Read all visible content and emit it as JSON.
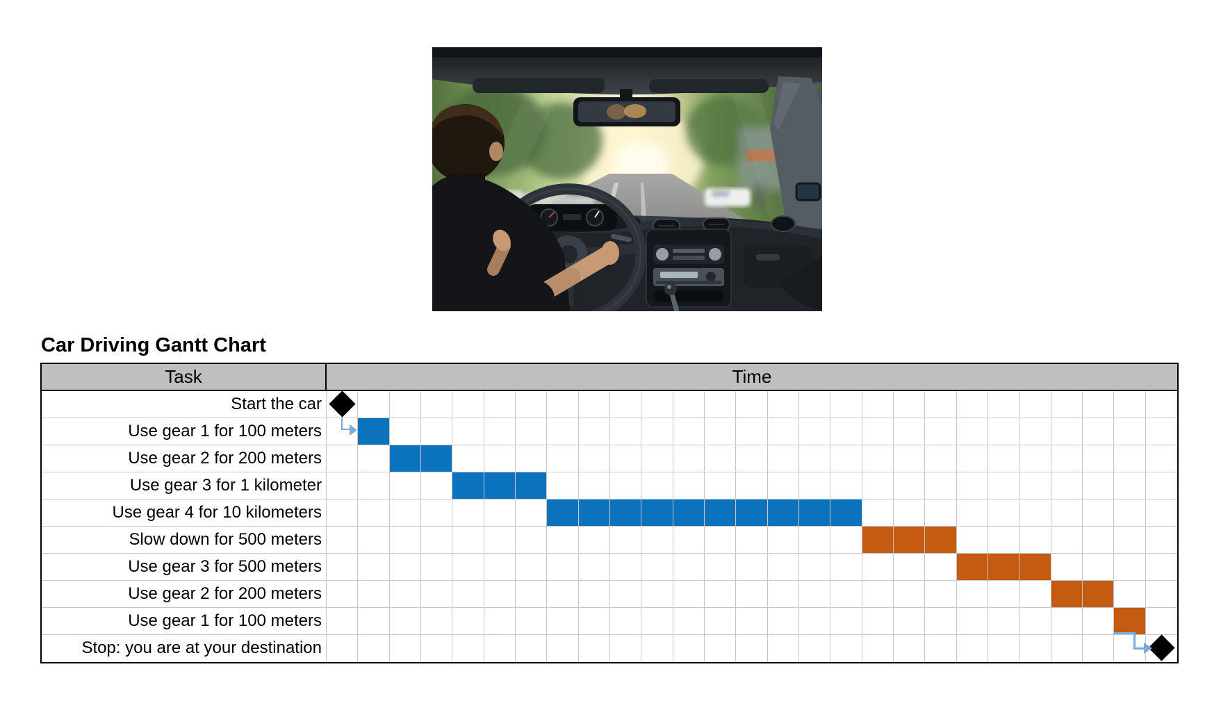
{
  "title": "Car Driving Gantt Chart",
  "photo": {
    "description": "Driver's point-of-view photo inside a car: driver's head and arms on steering wheel, dashboard, rear-view mirror, sunlit tree-lined road through the windshield"
  },
  "table": {
    "headers": {
      "task": "Task",
      "time": "Time"
    },
    "time_columns": 27,
    "rows": [
      {
        "label": "Start the car",
        "type": "milestone",
        "col": 1
      },
      {
        "label": "Use gear 1 for 100 meters",
        "type": "bar",
        "start": 2,
        "span": 1,
        "color": "blue"
      },
      {
        "label": "Use gear 2 for 200 meters",
        "type": "bar",
        "start": 3,
        "span": 2,
        "color": "blue"
      },
      {
        "label": "Use gear 3 for 1 kilometer",
        "type": "bar",
        "start": 5,
        "span": 3,
        "color": "blue"
      },
      {
        "label": "Use gear 4 for 10 kilometers",
        "type": "bar",
        "start": 8,
        "span": 10,
        "color": "blue"
      },
      {
        "label": "Slow down for 500 meters",
        "type": "bar",
        "start": 18,
        "span": 3,
        "color": "orange"
      },
      {
        "label": "Use gear 3 for 500 meters",
        "type": "bar",
        "start": 21,
        "span": 3,
        "color": "orange"
      },
      {
        "label": "Use gear 2 for 200 meters",
        "type": "bar",
        "start": 24,
        "span": 2,
        "color": "orange"
      },
      {
        "label": "Use gear 1 for 100 meters",
        "type": "bar",
        "start": 26,
        "span": 1,
        "color": "orange"
      },
      {
        "label": "Stop: you are at your destination",
        "type": "milestone",
        "col": 27
      }
    ]
  },
  "colors": {
    "bar_blue": "#0B72BD",
    "bar_orange": "#C55A11",
    "header_gray": "#BFBFBF",
    "gridline": "#C6C6C6",
    "connector_blue": "#79ACDE",
    "milestone_black": "#000000"
  },
  "chart_data": {
    "type": "bar",
    "subtype": "gantt",
    "title": "Car Driving Gantt Chart",
    "xlabel": "Time",
    "ylabel": "Task",
    "x_axis": {
      "units": "time cells",
      "range": [
        0,
        27
      ],
      "tick_labels_visible": false
    },
    "grid": true,
    "legend": false,
    "tasks": [
      {
        "task": "Start the car",
        "milestone": true,
        "time": 0
      },
      {
        "task": "Use gear 1 for 100 meters",
        "start": 1,
        "duration": 1,
        "phase": "accelerate",
        "color": "#0B72BD"
      },
      {
        "task": "Use gear 2 for 200 meters",
        "start": 2,
        "duration": 2,
        "phase": "accelerate",
        "color": "#0B72BD"
      },
      {
        "task": "Use gear 3 for 1 kilometer",
        "start": 4,
        "duration": 3,
        "phase": "accelerate",
        "color": "#0B72BD"
      },
      {
        "task": "Use gear 4 for 10 kilometers",
        "start": 7,
        "duration": 10,
        "phase": "cruise",
        "color": "#0B72BD"
      },
      {
        "task": "Slow down for 500 meters",
        "start": 17,
        "duration": 3,
        "phase": "decelerate",
        "color": "#C55A11"
      },
      {
        "task": "Use gear 3 for 500 meters",
        "start": 20,
        "duration": 3,
        "phase": "decelerate",
        "color": "#C55A11"
      },
      {
        "task": "Use gear 2 for 200 meters",
        "start": 23,
        "duration": 2,
        "phase": "decelerate",
        "color": "#C55A11"
      },
      {
        "task": "Use gear 1 for 100 meters",
        "start": 25,
        "duration": 1,
        "phase": "decelerate",
        "color": "#C55A11"
      },
      {
        "task": "Stop: you are at your destination",
        "milestone": true,
        "time": 26
      }
    ],
    "dependency_arrows": [
      {
        "from": "Start the car",
        "to": "Use gear 1 for 100 meters"
      },
      {
        "from": "Use gear 1 for 100 meters (deceleration)",
        "to": "Stop: you are at your destination"
      }
    ]
  }
}
